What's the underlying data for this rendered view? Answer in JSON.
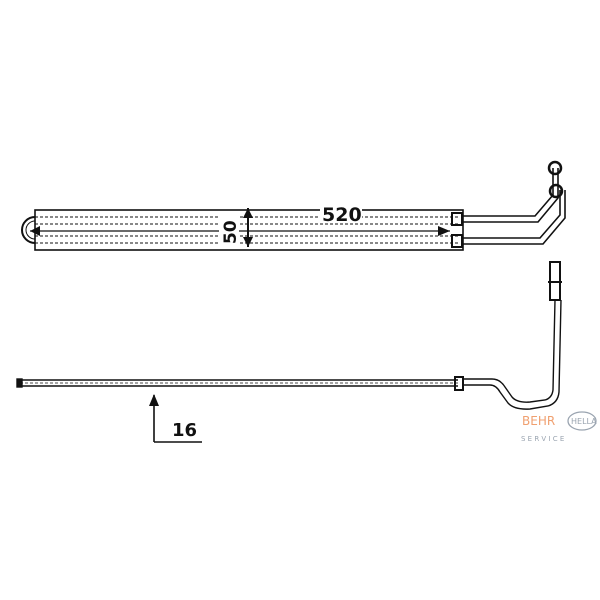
{
  "drawing": {
    "length_dim": "520",
    "height_dim": "50",
    "thickness_dim": "16"
  },
  "logo": {
    "brand1": "BEHR",
    "brand2": "HELLA",
    "tagline": "S E R V I C E",
    "brand1_color": "#f0a070",
    "brand2_color": "#9aa4b0"
  }
}
